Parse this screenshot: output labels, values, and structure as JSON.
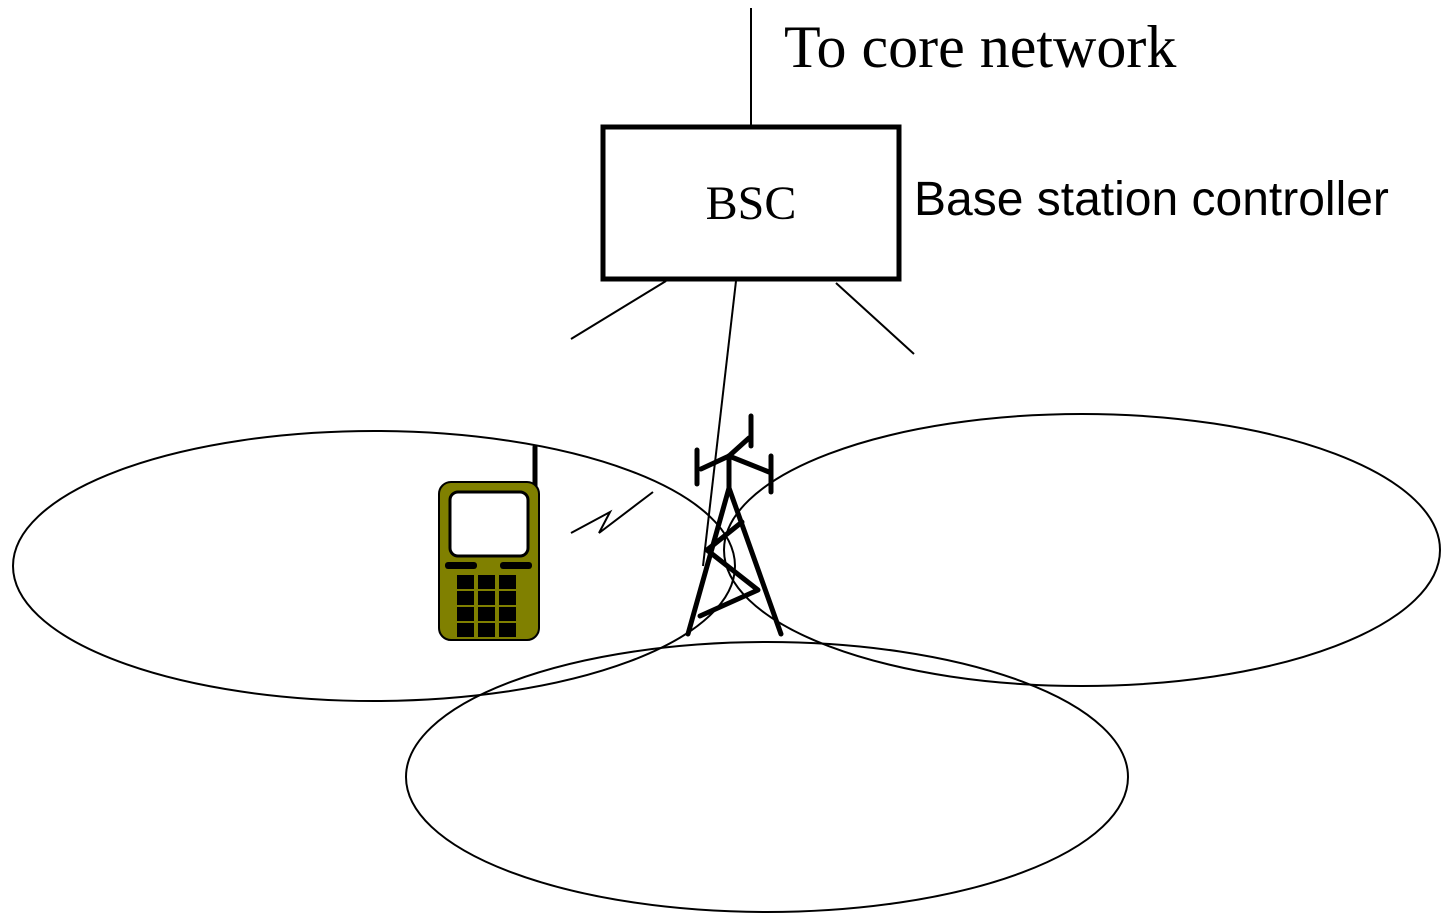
{
  "diagram": {
    "core_link_label": "To core network",
    "bsc_label": "BSC",
    "bsc_description": "Base station controller"
  },
  "colors": {
    "line": "#000000",
    "phone_body": "#808000",
    "phone_screen": "#ffffff",
    "phone_keys": "#000000"
  },
  "icons": [
    "cell-tower-icon",
    "mobile-phone-icon",
    "radio-link-icon"
  ]
}
